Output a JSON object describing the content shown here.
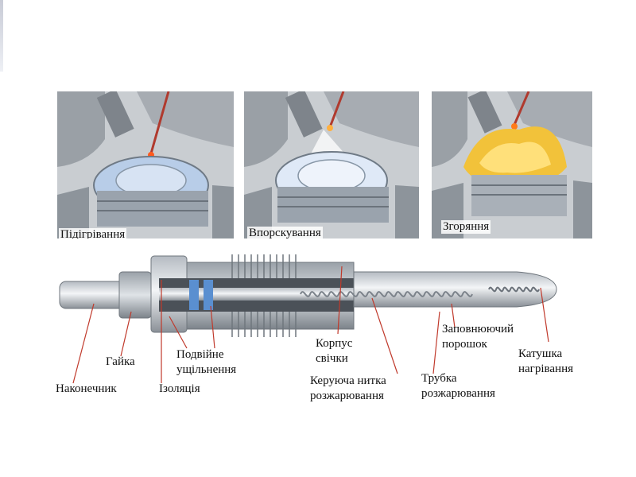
{
  "stages": [
    {
      "id": "preheat",
      "caption": "Підігрівання",
      "fill_color": "#b8cde8",
      "glow_color": "#ff5a1f"
    },
    {
      "id": "injection",
      "caption": "Впорскування",
      "fill_color": "#dfe9f7",
      "glow_color": "#ffb040"
    },
    {
      "id": "combustion",
      "caption": "Згоряння",
      "fill_color": "#f2c23a",
      "glow_color": "#ff7a1a"
    }
  ],
  "labels": {
    "tip": "Наконечник",
    "nut": "Гайка",
    "insulation": "Ізоляція",
    "double_seal_1": "Подвійне",
    "double_seal_2": "ущільнення",
    "body_1": "Корпус",
    "body_2": "свічки",
    "control_filament_1": "Керуюча нитка",
    "control_filament_2": "розжарювання",
    "tube_1": "Трубка",
    "tube_2": "розжарювання",
    "filler_1": "Заповнюючий",
    "filler_2": "порошок",
    "coil_1": "Катушка",
    "coil_2": "нагрівання"
  },
  "colors": {
    "leader_line": "#c0392b",
    "metal_light": "#eceff2",
    "metal_dark": "#8a9097",
    "seal_blue": "#5a8fd0"
  }
}
